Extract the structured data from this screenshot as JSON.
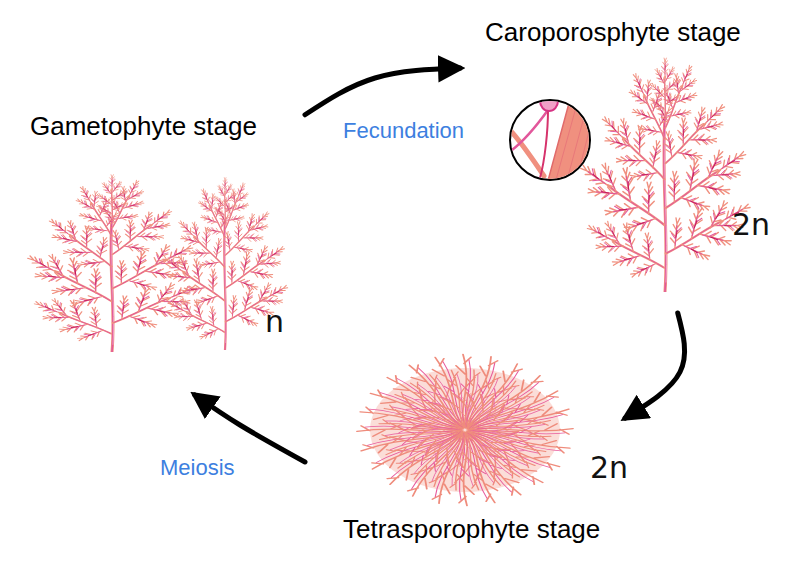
{
  "diagram": {
    "nodes": [
      {
        "text": [
          "Gametophyte stage",
          "n"
        ]
      },
      {
        "text": [
          "Caroporosphyte stage",
          "2n"
        ]
      },
      {
        "text": [
          "Tetrasporophyte stage",
          "2n"
        ]
      }
    ],
    "edges": [
      {
        "from": 0,
        "to": 1,
        "label": "Fecundation",
        "arrow": "to"
      },
      {
        "from": 1,
        "to": 2,
        "arrow": "to"
      },
      {
        "from": 2,
        "to": 0,
        "label": "Meiosis",
        "arrow": "to"
      }
    ]
  }
}
